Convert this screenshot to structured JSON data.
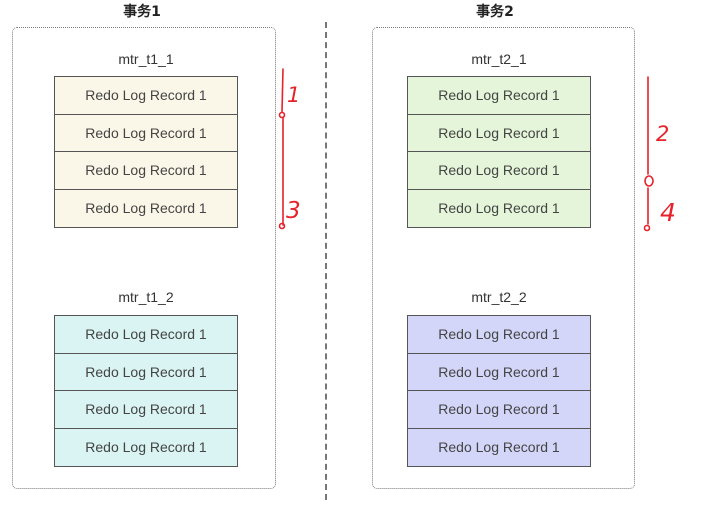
{
  "transactions": [
    {
      "title": "事务1",
      "mtrs": [
        {
          "name": "mtr_t1_1",
          "records": [
            "Redo Log Record 1",
            "Redo Log Record 1",
            "Redo Log Record 1",
            "Redo Log Record 1"
          ],
          "fill": "#fbf7e8"
        },
        {
          "name": "mtr_t1_2",
          "records": [
            "Redo Log Record 1",
            "Redo Log Record 1",
            "Redo Log Record 1",
            "Redo Log Record 1"
          ],
          "fill": "#d9f4f3"
        }
      ]
    },
    {
      "title": "事务2",
      "mtrs": [
        {
          "name": "mtr_t2_1",
          "records": [
            "Redo Log Record 1",
            "Redo Log Record 1",
            "Redo Log Record 1",
            "Redo Log Record 1"
          ],
          "fill": "#e4f5d9"
        },
        {
          "name": "mtr_t2_2",
          "records": [
            "Redo Log Record 1",
            "Redo Log Record 1",
            "Redo Log Record 1",
            "Redo Log Record 1"
          ],
          "fill": "#d3d6f9"
        }
      ]
    }
  ],
  "annotations": {
    "left": [
      "1",
      "3"
    ],
    "right": [
      "2",
      "4"
    ],
    "color": "#e8212a"
  }
}
